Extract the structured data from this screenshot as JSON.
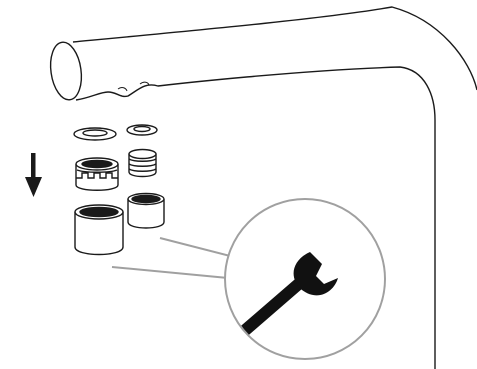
{
  "diagram": {
    "line_color": "#1a1a1a",
    "leader_color": "#a0a0a0",
    "background": "#ffffff",
    "parts": [
      "faucet-spout",
      "washer",
      "aerator-insert",
      "aerator-housing",
      "wrench"
    ],
    "direction_arrow": "down"
  }
}
